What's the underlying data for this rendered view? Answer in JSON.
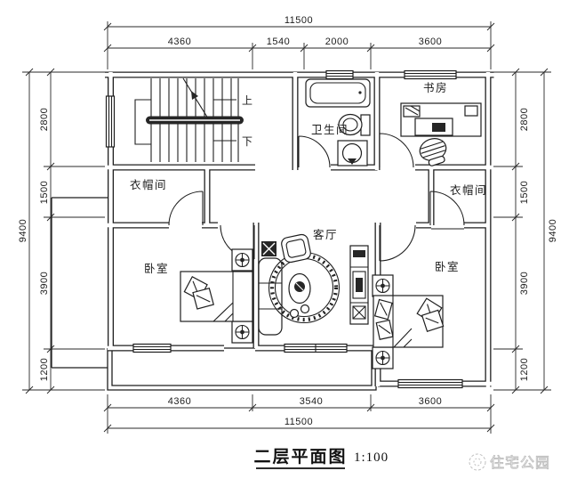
{
  "title": {
    "text": "二层平面图",
    "scale": "1:100"
  },
  "watermark": {
    "text": "住宅公园"
  },
  "stairs": {
    "up": "上",
    "down": "下"
  },
  "rooms": {
    "study": "书房",
    "bathroom": "卫生间",
    "cloakroom_left": "衣帽间",
    "cloakroom_right": "衣帽间",
    "living": "客厅",
    "bedroom_left": "卧室",
    "bedroom_right": "卧室"
  },
  "dimensions": {
    "top": {
      "total": "11500",
      "segments": [
        "4360",
        "1540",
        "2000",
        "3600"
      ]
    },
    "bottom": {
      "total": "11500",
      "segments": [
        "4360",
        "3540",
        "3600"
      ]
    },
    "left": {
      "total": "9400",
      "segments": [
        "2800",
        "1500",
        "3900",
        "1200"
      ]
    },
    "right": {
      "total": "9400",
      "segments": [
        "2800",
        "1500",
        "3900",
        "1200"
      ]
    }
  },
  "colors": {
    "line": "#1f1f1f",
    "watermark": "#b5b5b5",
    "background": "#ffffff"
  }
}
